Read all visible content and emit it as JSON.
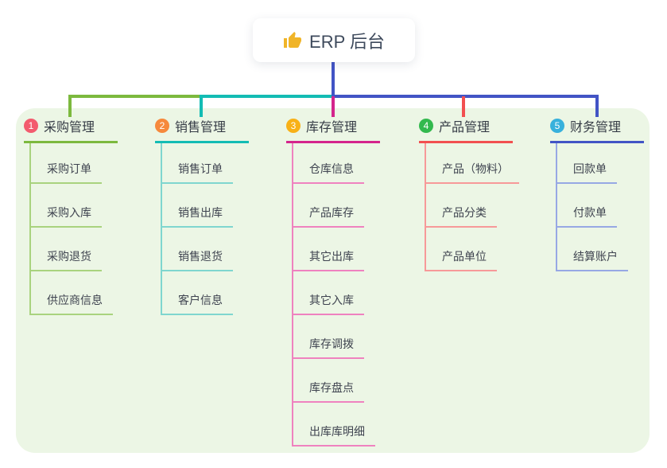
{
  "root": {
    "label": "ERP 后台",
    "icon": "thumbs-up-icon",
    "icon_color": "#f0b428",
    "line_color": "#4254c5"
  },
  "branches": [
    {
      "index": "1",
      "label": "采购管理",
      "colors": {
        "badge": "#f35b6e",
        "strong": "#7cb93e",
        "light": "#a9d37e"
      },
      "children": [
        "采购订单",
        "采购入库",
        "采购退货",
        "供应商信息"
      ]
    },
    {
      "index": "2",
      "label": "销售管理",
      "colors": {
        "badge": "#f6893c",
        "strong": "#13bcb4",
        "light": "#7fd6cf"
      },
      "children": [
        "销售订单",
        "销售出库",
        "销售退货",
        "客户信息"
      ]
    },
    {
      "index": "3",
      "label": "库存管理",
      "colors": {
        "badge": "#f8b117",
        "strong": "#d4258c",
        "light": "#ef82bf"
      },
      "children": [
        "仓库信息",
        "产品库存",
        "其它出库",
        "其它入库",
        "库存调拨",
        "库存盘点",
        "出库库明细"
      ]
    },
    {
      "index": "4",
      "label": "产品管理",
      "colors": {
        "badge": "#33b94e",
        "strong": "#f25050",
        "light": "#f79999"
      },
      "children": [
        "产品（物料）",
        "产品分类",
        "产品单位"
      ]
    },
    {
      "index": "5",
      "label": "财务管理",
      "colors": {
        "badge": "#38b1dc",
        "strong": "#4254c5",
        "light": "#97a8e4"
      },
      "children": [
        "回款单",
        "付款单",
        "结算账户"
      ]
    }
  ]
}
